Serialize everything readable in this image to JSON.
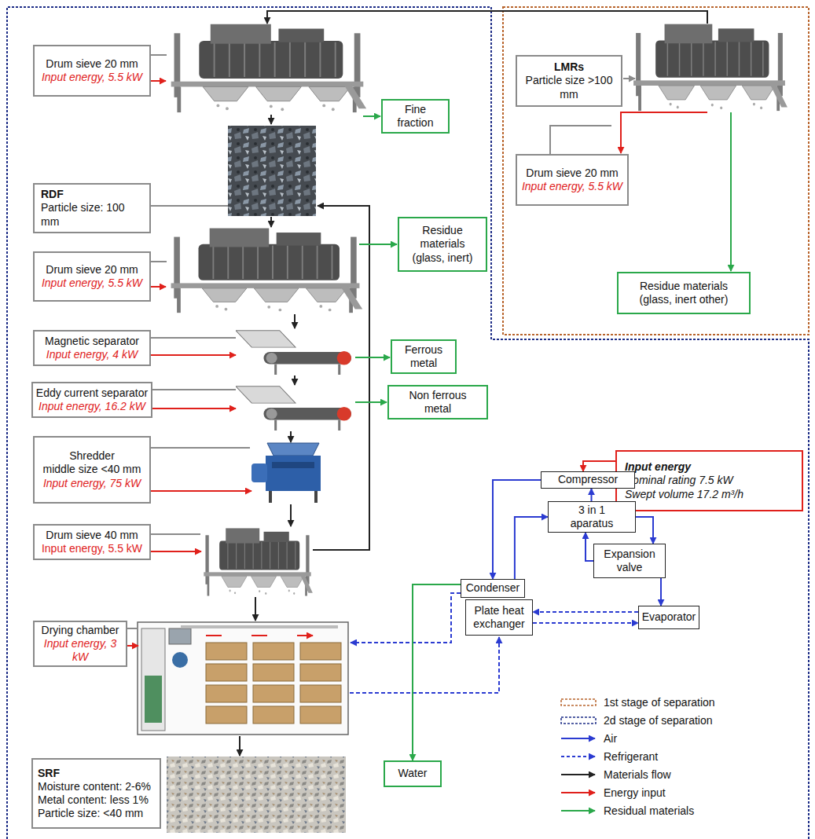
{
  "diagram": {
    "nodes": [
      {
        "text": [
          "Drum sieve 20 mm",
          "Input energy, 5.5 kW"
        ]
      },
      {
        "text": [
          "Fine fraction"
        ]
      },
      {
        "text": [
          "LMRs",
          "Particle size >100 mm"
        ]
      },
      {
        "text": [
          "Drum sieve 20 mm",
          "Input energy, 5.5 kW"
        ]
      },
      {
        "text": [
          "Residue materials (glass, inert other)"
        ]
      },
      {
        "text": [
          "RDF",
          "Particle size: 100 mm"
        ]
      },
      {
        "text": [
          "Drum sieve 20 mm",
          "Input energy, 5.5 kW"
        ]
      },
      {
        "text": [
          "Residue materials (glass, inert)"
        ]
      },
      {
        "text": [
          "Magnetic separator",
          "Input energy, 4 kW"
        ]
      },
      {
        "text": [
          "Ferrous metal"
        ]
      },
      {
        "text": [
          "Eddy current separator",
          "Input energy, 16.2 kW"
        ]
      },
      {
        "text": [
          "Non ferrous metal"
        ]
      },
      {
        "text": [
          "Shredder",
          "middle size <40 mm",
          "Input energy, 75 kW"
        ]
      },
      {
        "text": [
          "Input energy",
          "Nominal rating 7.5 kW",
          "Swept volume 17.2 m³/h"
        ]
      },
      {
        "text": [
          "Compressor"
        ]
      },
      {
        "text": [
          "3 in 1 aparatus"
        ]
      },
      {
        "text": [
          "Expansion valve"
        ]
      },
      {
        "text": [
          "Drum sieve 40 mm",
          "Input energy, 5.5 kW"
        ]
      },
      {
        "text": [
          "Condenser"
        ]
      },
      {
        "text": [
          "Plate heat exchanger"
        ]
      },
      {
        "text": [
          "Evaporator"
        ]
      },
      {
        "text": [
          "Drying chamber",
          "Input energy, 3 kW"
        ]
      },
      {
        "text": [
          "Water"
        ]
      },
      {
        "text": [
          "SRF",
          "Moisture content: 2-6%",
          "Metal content: less 1%",
          "Particle size: <40 mm"
        ]
      }
    ],
    "edges": [
      {
        "from": 13,
        "to": 14,
        "arrow": "to"
      },
      {
        "from": 15,
        "to": 14,
        "arrow": "to"
      },
      {
        "from": 14,
        "to": 18,
        "arrow": "to"
      },
      {
        "from": 18,
        "to": 15,
        "arrow": "to"
      },
      {
        "from": 15,
        "to": 16,
        "arrow": "to"
      },
      {
        "from": 16,
        "to": 20,
        "arrow": "to"
      },
      {
        "from": 16,
        "to": 15,
        "arrow": "to"
      },
      {
        "from": 20,
        "to": 19,
        "arrow": "to"
      },
      {
        "from": 19,
        "to": 20,
        "arrow": "to"
      },
      {
        "from": 18,
        "to": 22,
        "arrow": "to"
      }
    ],
    "legend": [
      {
        "text": "1st stage of separation"
      },
      {
        "text": "2d stage of separation"
      },
      {
        "text": "Air"
      },
      {
        "text": "Refrigerant"
      },
      {
        "text": "Materials flow"
      },
      {
        "text": "Energy input"
      },
      {
        "text": "Residual materials"
      }
    ]
  }
}
